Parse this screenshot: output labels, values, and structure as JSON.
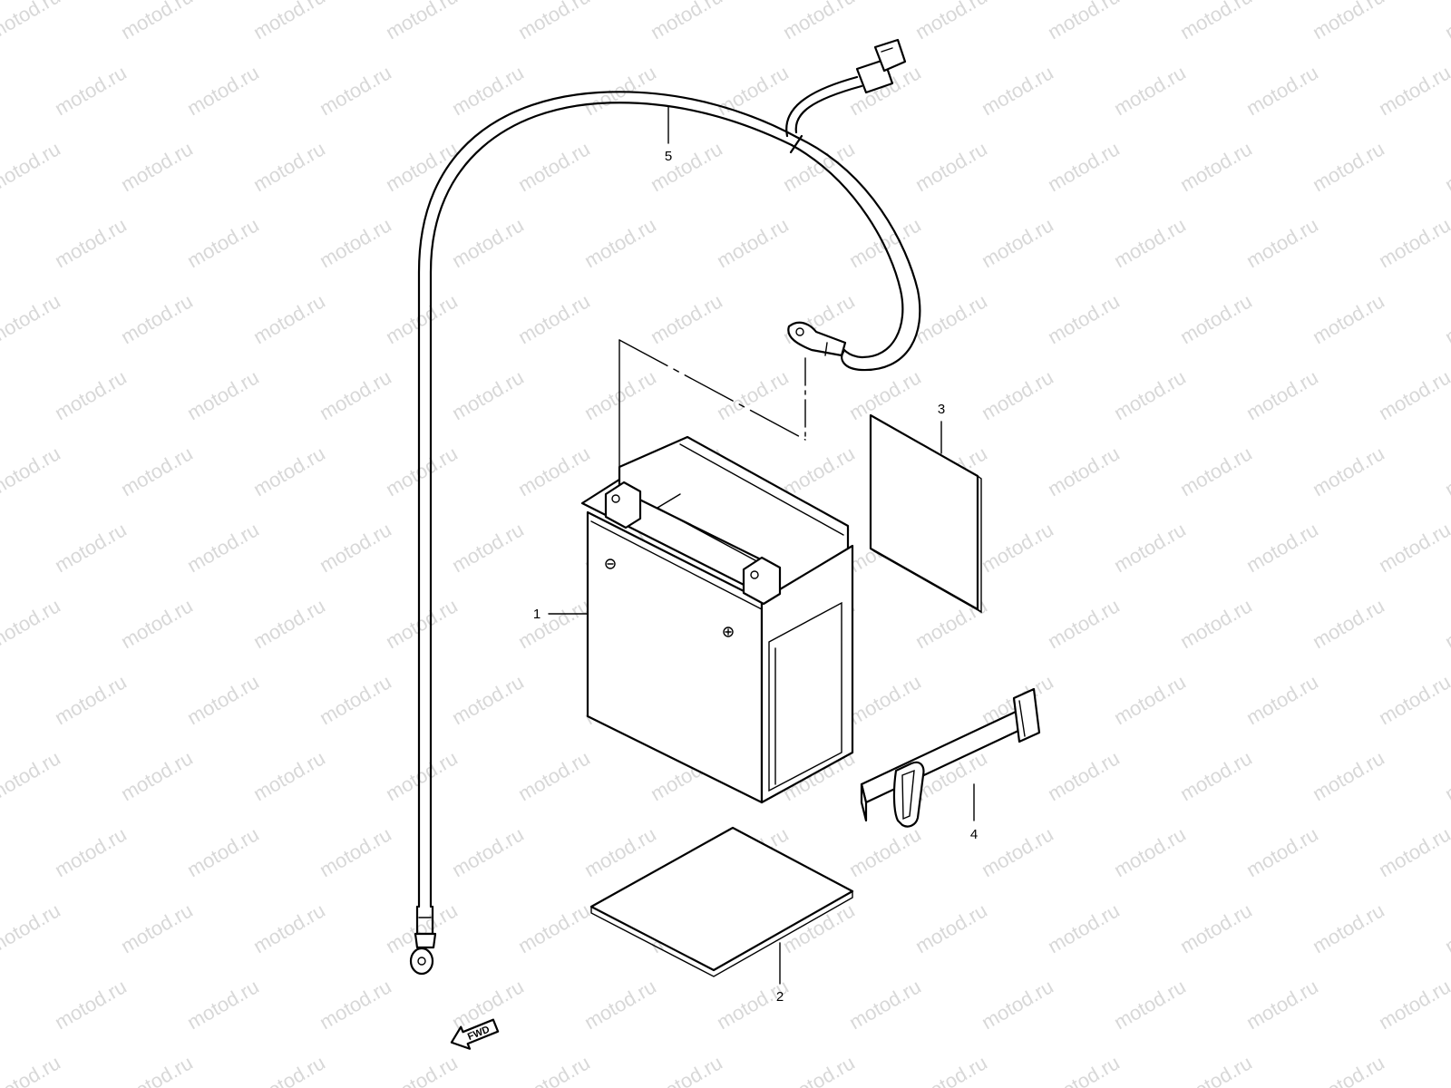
{
  "watermark": {
    "text": "motod.ru",
    "color": "#d8d8d8"
  },
  "parts": [
    {
      "id": "battery",
      "callout": "1"
    },
    {
      "id": "pad-bottom",
      "callout": "2"
    },
    {
      "id": "pad-side",
      "callout": "3"
    },
    {
      "id": "strap",
      "callout": "4"
    },
    {
      "id": "cable",
      "callout": "5"
    }
  ],
  "direction_marker": {
    "label": "FWD",
    "icon": "forward-arrow-icon"
  },
  "colors": {
    "line": "#000000",
    "background": "#ffffff"
  }
}
